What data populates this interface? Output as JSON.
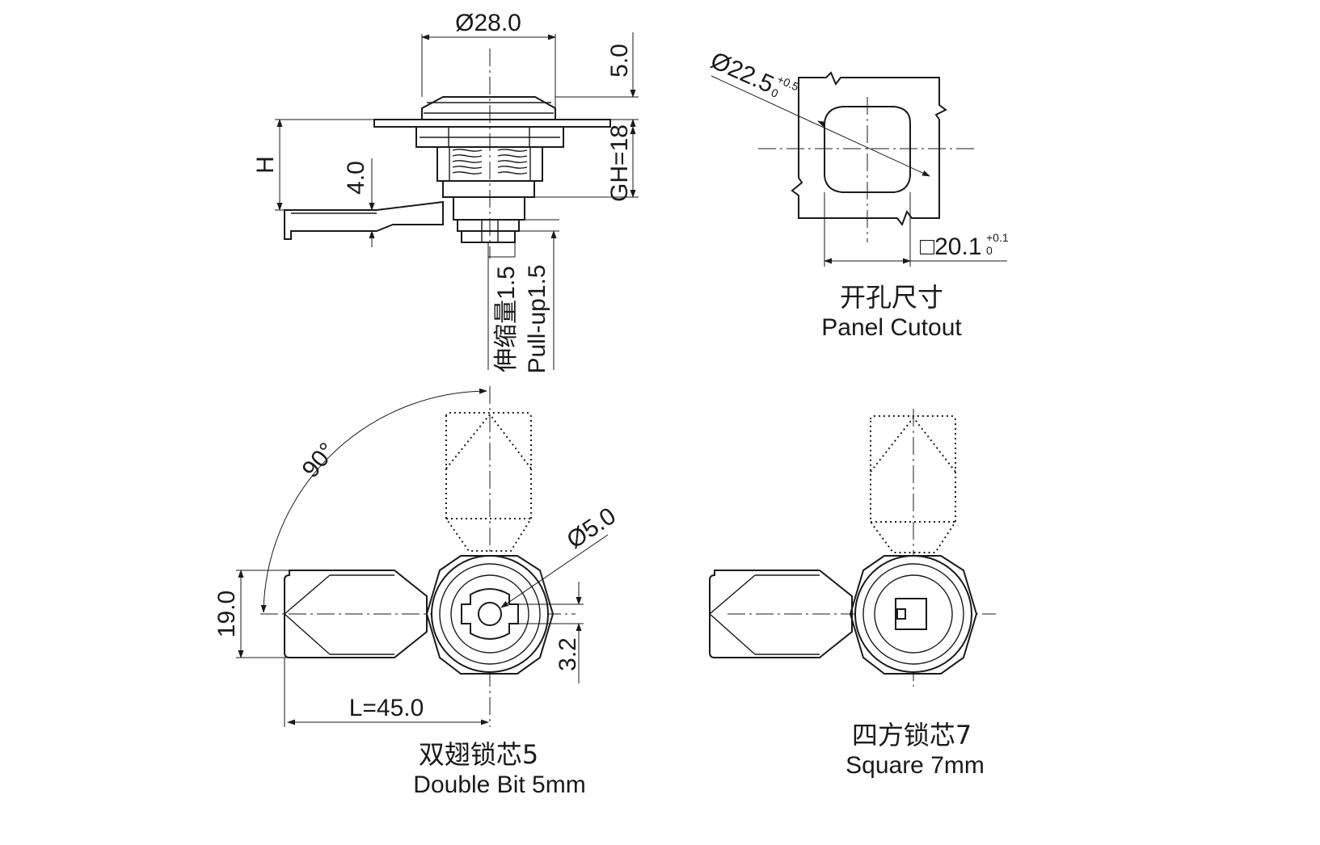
{
  "dimensions": {
    "head_diameter": "Ø28.0",
    "head_height": "5.0",
    "grip_height": "GH=18",
    "overall_height": "H",
    "cam_thickness": "4.0",
    "pullup_cn": "伸缩量1.5",
    "pullup_en": "Pull-up1.5",
    "cutout_diameter": "Ø22.5",
    "cutout_diameter_tol_upper": "+0.5",
    "cutout_diameter_tol_lower": "0",
    "cutout_square": "□20.1",
    "cutout_square_tol_upper": "+0.1",
    "cutout_square_tol_lower": "0",
    "rotation_angle": "90°",
    "key_diameter": "Ø5.0",
    "cam_width": "19.0",
    "key_offset": "3.2",
    "cam_length": "L=45.0"
  },
  "captions": {
    "cutout_cn": "开孔尺寸",
    "cutout_en": "Panel Cutout",
    "double_bit_cn": "双翅锁芯5",
    "double_bit_en": "Double Bit 5mm",
    "square_cn": "四方锁芯7",
    "square_en": "Square 7mm"
  }
}
